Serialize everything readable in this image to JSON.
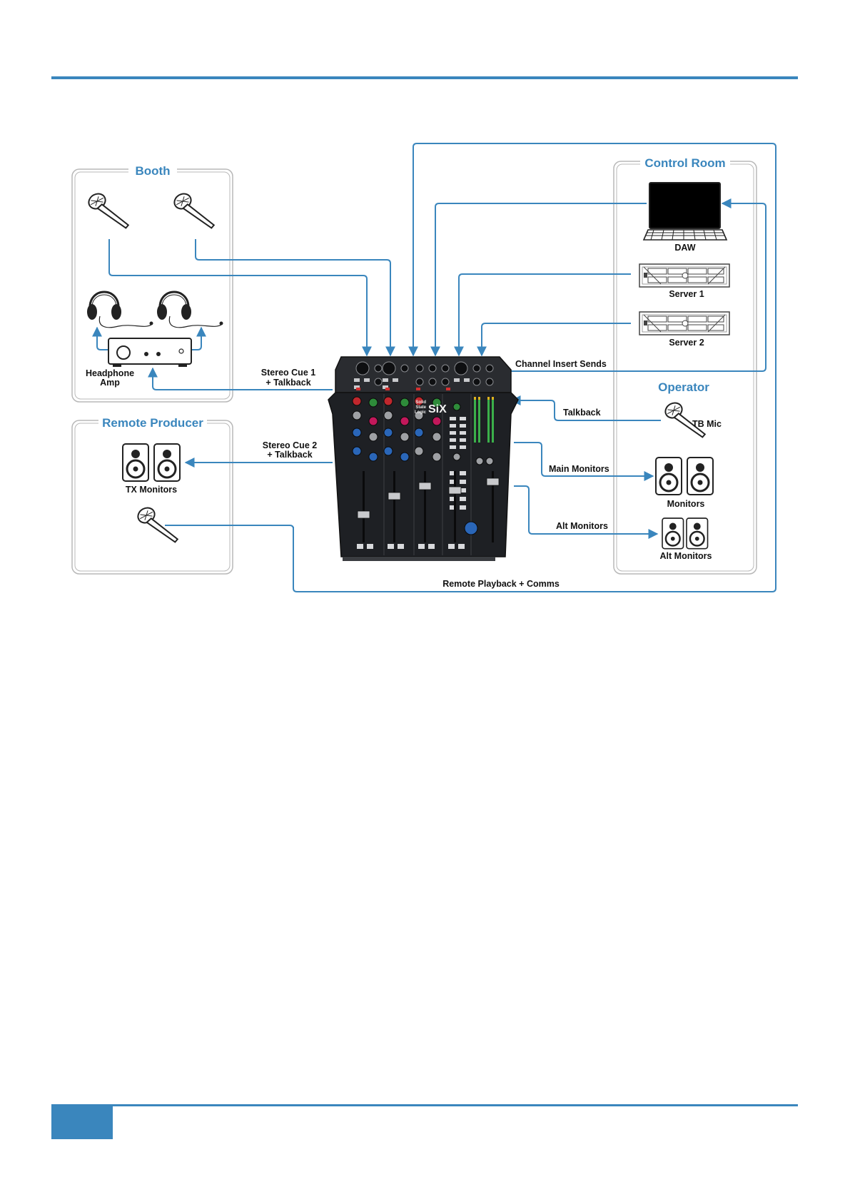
{
  "colors": {
    "accent": "#3a86bd",
    "wire": "#3a86bd",
    "box_border": "#b8b8b8",
    "title": "#3a86bd",
    "console_body": "#2a2c30"
  },
  "regions": {
    "booth": "Booth",
    "control_room": "Control Room",
    "operator": "Operator",
    "remote_producer": "Remote Producer"
  },
  "devices": {
    "daw": "DAW",
    "server1": "Server 1",
    "server2": "Server 2",
    "headphone_amp_line1": "Headphone",
    "headphone_amp_line2": "Amp",
    "tb_mic": "TB Mic",
    "monitors": "Monitors",
    "alt_monitors": "Alt Monitors",
    "tx_monitors": "TX Monitors",
    "console_logo_top": "Solid",
    "console_logo_mid": "State",
    "console_logo_bot": "Logic",
    "console_name": "SiX"
  },
  "signals": {
    "stereo_cue1_line1": "Stereo Cue 1",
    "stereo_cue1_line2": "+ Talkback",
    "stereo_cue2_line1": "Stereo Cue 2",
    "stereo_cue2_line2": "+ Talkback",
    "channel_insert_sends": "Channel Insert Sends",
    "talkback": "Talkback",
    "main_monitors": "Main Monitors",
    "alt_monitors": "Alt Monitors",
    "remote_playback": "Remote Playback + Comms"
  },
  "icons": {
    "mic": "microphone-icon",
    "headphones": "headphones-icon",
    "speaker": "speaker-icon",
    "monitor": "computer-monitor-icon",
    "keyboard": "keyboard-icon",
    "server": "rack-server-icon",
    "amp": "headphone-amp-icon",
    "console": "mixing-console-icon"
  }
}
